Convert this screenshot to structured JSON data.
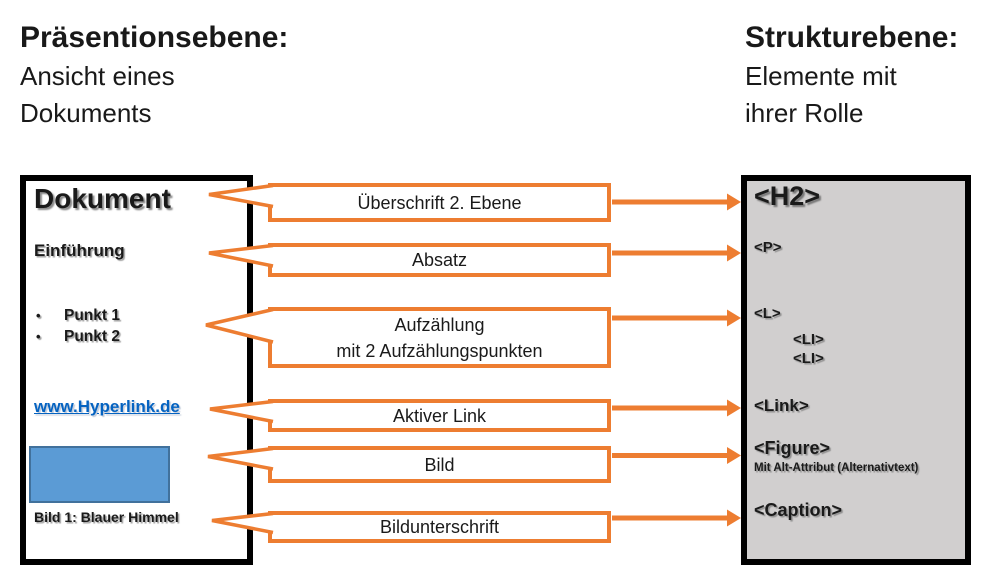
{
  "titles": {
    "left": {
      "heading": "Präsentionsebene:",
      "line1": "Ansicht eines",
      "line2": "Dokuments"
    },
    "right": {
      "heading": "Strukturebene:",
      "line1": "Elemente mit",
      "line2": "ihrer Rolle"
    }
  },
  "document": {
    "title": "Dokument",
    "intro": "Einführung",
    "bullet_char": "•",
    "bullets": [
      "Punkt 1",
      "Punkt 2"
    ],
    "link": "www.Hyperlink.de",
    "image_caption": "Bild 1: Blauer Himmel"
  },
  "callouts": [
    {
      "label": "Überschrift 2. Ebene"
    },
    {
      "label": "Absatz"
    },
    {
      "label": "Aufzählung",
      "label2": "mit 2 Aufzählungspunkten"
    },
    {
      "label": "Aktiver Link"
    },
    {
      "label": "Bild"
    },
    {
      "label": "Bildunterschrift"
    }
  ],
  "structure": {
    "h2": "<H2>",
    "p": "<P>",
    "l": "<L>",
    "li1": "<LI>",
    "li2": "<LI>",
    "link": "<Link>",
    "figure": "<Figure>",
    "figure_note": "Mit Alt-Attribut (Alternativtext)",
    "caption": "<Caption>"
  },
  "colors": {
    "accent_orange": "#ED7D31",
    "image_blue": "#5B9BD5",
    "image_blue_border": "#41719C",
    "link_blue": "#0563C1",
    "panel_gray": "#D1CFCF",
    "border_black": "#000000"
  }
}
